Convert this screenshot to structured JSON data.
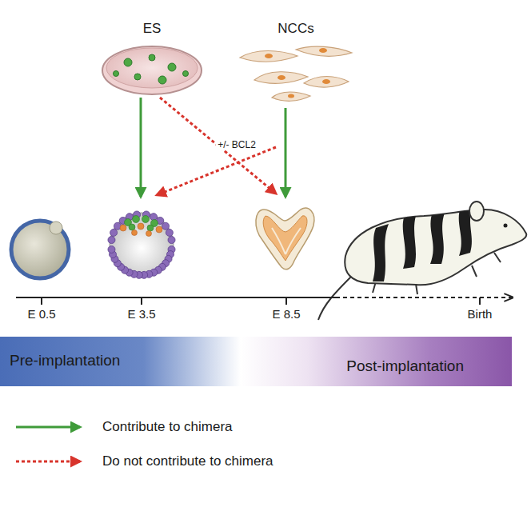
{
  "diagram": {
    "nodes": [
      {
        "text": [
          "ES"
        ]
      },
      {
        "text": [
          "NCCs"
        ]
      },
      {
        "text": [
          "Pre-implantation",
          "Post-implantation"
        ]
      }
    ],
    "labels": [
      "+/- BCL2",
      "E 0.5",
      "E 3.5",
      "E 8.5",
      "Birth"
    ],
    "legend": [
      {
        "text": "Contribute to chimera"
      },
      {
        "text": "Do not contribute to chimera"
      }
    ]
  }
}
